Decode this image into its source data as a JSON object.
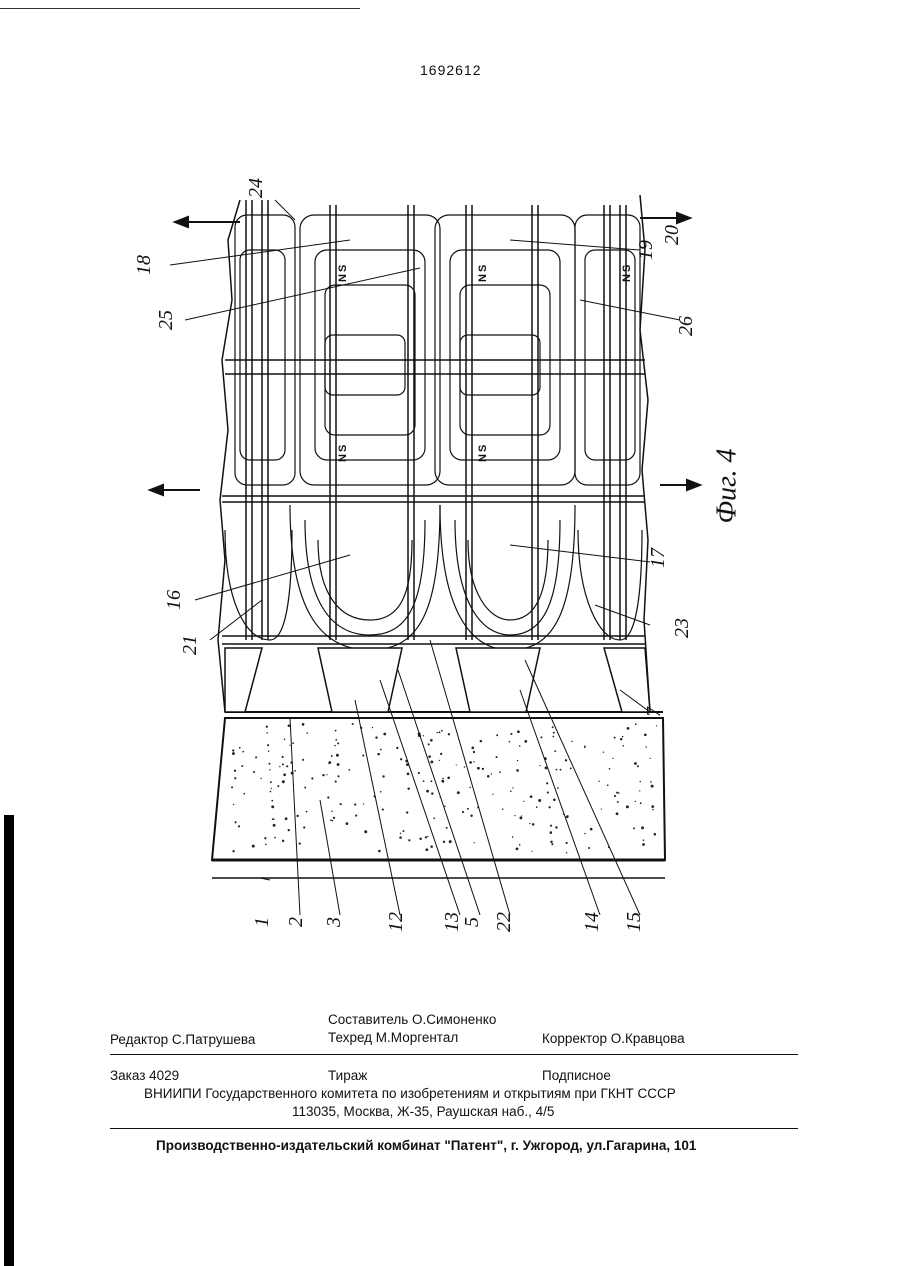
{
  "document": {
    "patent_number": "1692612",
    "figure_caption": "Фиг. 4"
  },
  "figure": {
    "reference_numerals": [
      "1",
      "2",
      "3",
      "5",
      "7",
      "12",
      "13",
      "14",
      "15",
      "16",
      "17",
      "18",
      "19",
      "20",
      "21",
      "22",
      "23",
      "24",
      "25",
      "26"
    ],
    "pole_labels": [
      "S",
      "N"
    ]
  },
  "imprint": {
    "compiler": "Составитель О.Симоненко",
    "editor": "Редактор  С.Патрушева",
    "techred": "Техред М.Моргентал",
    "corrector": "Корректор  О.Кравцова",
    "order": "Заказ  4029",
    "circulation": "Тираж",
    "subscription": "Подписное",
    "organization": "ВНИИПИ Государственного комитета по изобретениям и открытиям при ГКНТ СССР",
    "address": "113035, Москва, Ж-35, Раушская наб., 4/5",
    "publisher": "Производственно-издательский комбинат \"Патент\", г. Ужгород, ул.Гагарина, 101"
  }
}
